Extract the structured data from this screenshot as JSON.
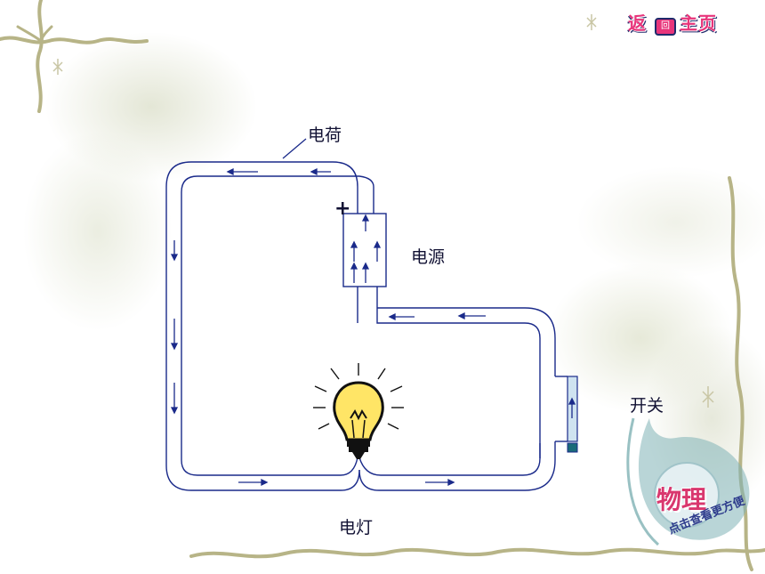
{
  "nav": {
    "back_label": "返",
    "back_small": "回",
    "home_label": "主页"
  },
  "labels": {
    "charge": "电荷",
    "plus": "+",
    "power_source": "电源",
    "switch": "开关",
    "lamp": "电灯"
  },
  "badge": {
    "title": "物理",
    "subtitle": "点击查看更方便"
  },
  "colors": {
    "wire": "#1a2a8a",
    "switch_fill": "#cfe3f0",
    "bulb_fill": "#ffe566",
    "nav_pink": "#e8357b",
    "nav_navy": "#1f2a6b"
  }
}
